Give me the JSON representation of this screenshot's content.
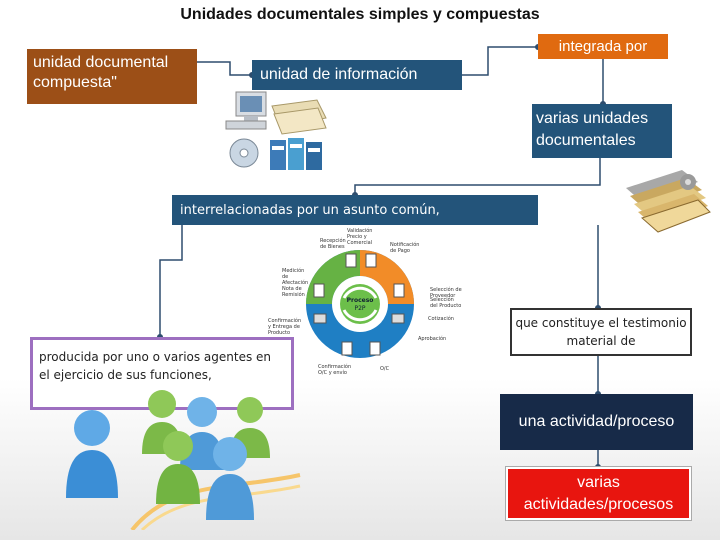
{
  "title": "Unidades documentales simples y compuestas",
  "nodes": {
    "compound_unit": "unidad documental compuesta\"",
    "information_unit": "unidad de información",
    "integrated_by": "integrada por",
    "several_units": "varias unidades documentales",
    "interrelated": "interrelacionadas por un asunto común,",
    "produced_by": "producida por uno o varios agentes en el ejercicio de sus funciones,",
    "constitutes": "que constituye el testimonio material de",
    "one_activity": "una actividad/proceso",
    "several_activities": "varias actividades/procesos"
  },
  "process_cycle": {
    "center_line1": "Proceso",
    "center_line2": "P2P",
    "labels": [
      "Validación Precio y Comercial",
      "Recepción de Bienes",
      "Notificación de Pago",
      "Selección de Proveedor",
      "Selección del Producto",
      "Cotización",
      "Aprobación",
      "O/C",
      "Confirmación O/C y envío",
      "Confirmación y Entrega de Producto",
      "Medición de Afectación Nota de Remisión"
    ]
  },
  "colors": {
    "brown": "#9c4f17",
    "blue": "#23547a",
    "orange": "#e06a10",
    "navy": "#172a48",
    "red": "#e8150f",
    "purple_border": "#9d6fc0",
    "connector": "#2e4d6e"
  }
}
